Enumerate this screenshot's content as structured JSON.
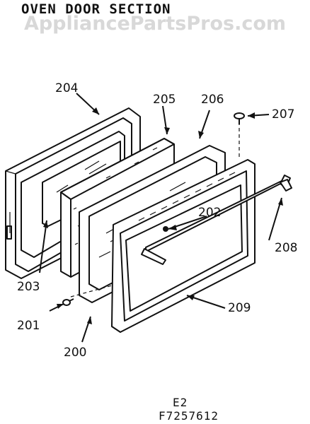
{
  "title": "OVEN DOOR SECTION",
  "watermark": "AppliancePartsPros.com",
  "parts": {
    "p200": "200",
    "p201": "201",
    "p202": "202",
    "p203": "203",
    "p204": "204",
    "p205": "205",
    "p206": "206",
    "p207": "207",
    "p208": "208",
    "p209": "209"
  },
  "footer": {
    "line1": "E2",
    "line2": "F7257612"
  }
}
